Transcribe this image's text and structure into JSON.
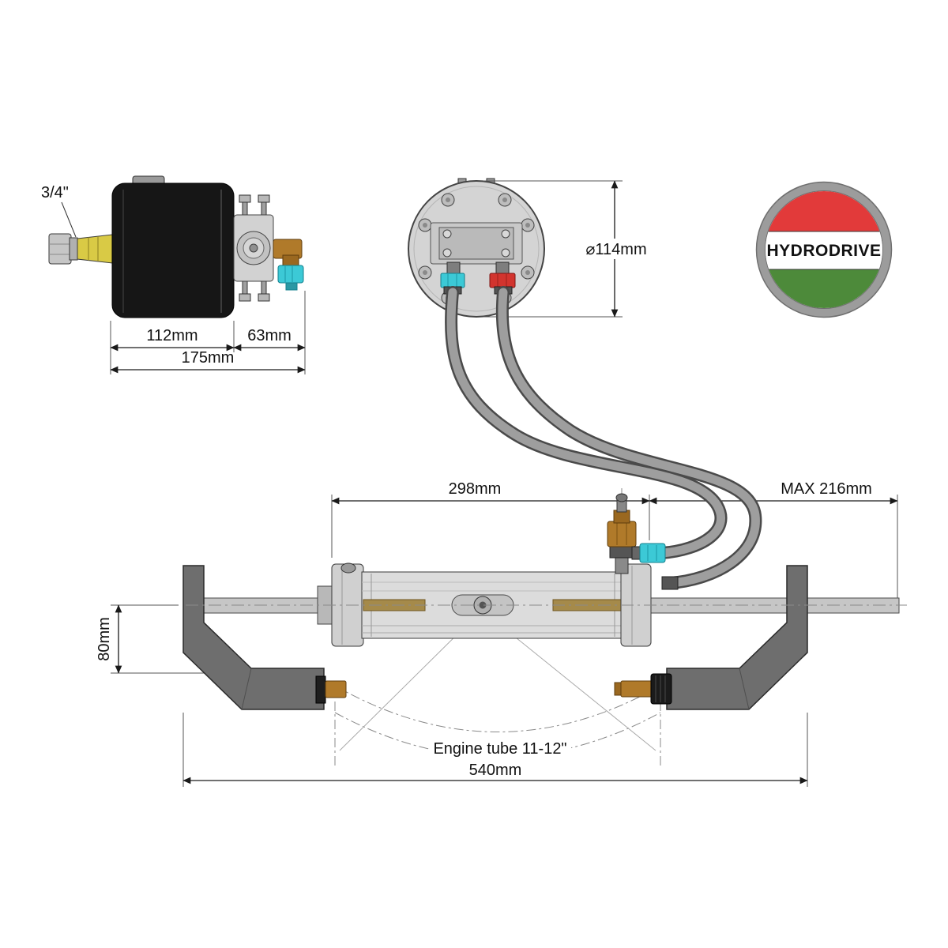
{
  "diagram": {
    "side_view": {
      "shaft_size": "3/4\"",
      "dim_body_length": "112mm",
      "dim_fitting_length": "63mm",
      "dim_total_length": "175mm"
    },
    "rear_view": {
      "dim_diameter": "⌀114mm"
    },
    "logo": {
      "brand": "HYDRODRIVE"
    },
    "cylinder_view": {
      "dim_cylinder_length": "298mm",
      "dim_max_stroke": "MAX 216mm",
      "dim_bracket_height": "80mm",
      "engine_tube_label": "Engine tube 11-12\"",
      "dim_overall_width": "540mm"
    },
    "colors": {
      "logo_red": "#e23a3a",
      "logo_green": "#4d8a3a",
      "logo_ring": "#9c9c9c",
      "fitting_cyan": "#3cc9d6",
      "fitting_red": "#d2342e",
      "fitting_brass": "#b07a2a"
    }
  }
}
